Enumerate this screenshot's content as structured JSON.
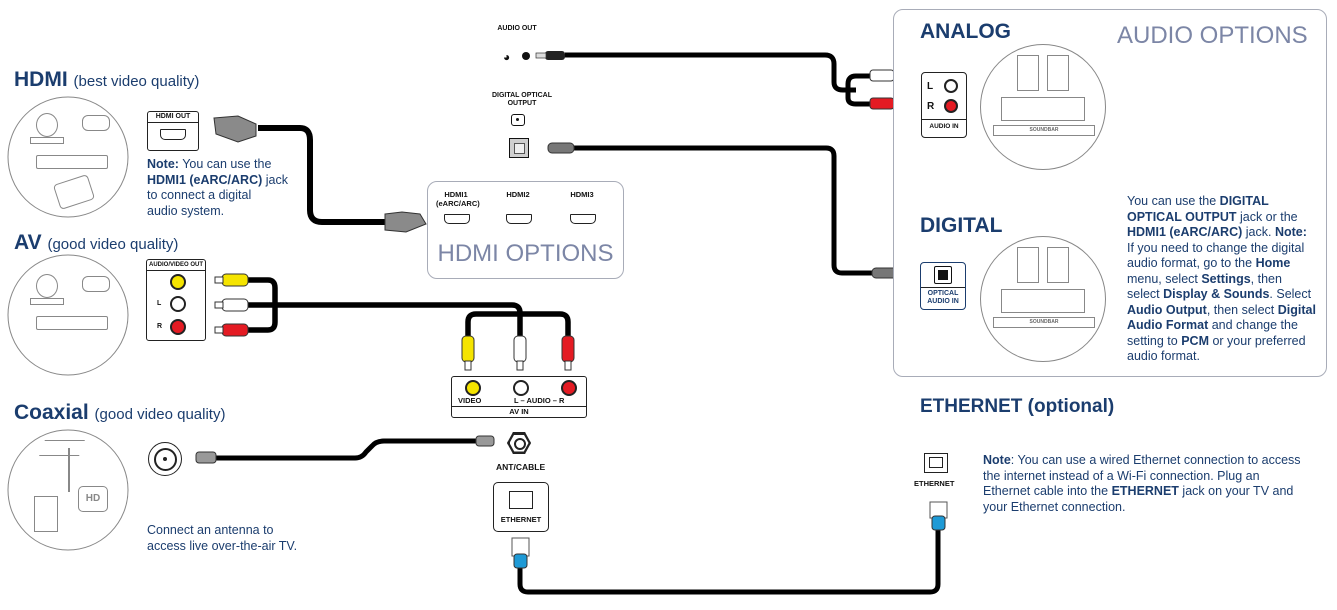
{
  "hdmi": {
    "title": "HDMI",
    "subtitle": "(best video quality)",
    "port_label": "HDMI OUT",
    "note_prefix": "Note:",
    "note_line1": " You can use the",
    "note_bold": "HDMI1 (eARC/ARC)",
    "note_line2": " jack",
    "note_line3": "to connect a digital",
    "note_line4": "audio system."
  },
  "av": {
    "title": "AV",
    "subtitle": "(good video quality)",
    "port_label": "AUDIO/VIDEO OUT",
    "left_label": "L",
    "right_label": "R"
  },
  "coaxial": {
    "title": "Coaxial",
    "subtitle": "(good video quality)",
    "note_line1": "Connect an antenna to",
    "note_line2": "access live over-the-air TV."
  },
  "tv_panel": {
    "audio_out_label": "AUDIO OUT",
    "optical_out_label": "DIGITAL OPTICAL OUTPUT",
    "hdmi_options": {
      "title": "HDMI OPTIONS",
      "ports": [
        "HDMI1 (eARC/ARC)",
        "HDMI2",
        "HDMI3"
      ]
    },
    "av_in": {
      "video_label": "VIDEO",
      "audio_label": "L – AUDIO – R",
      "panel_label": "AV IN"
    },
    "ant_label": "ANT/CABLE",
    "ethernet_label": "ETHERNET"
  },
  "audio_options": {
    "title": "AUDIO OPTIONS",
    "analog": {
      "title": "ANALOG",
      "l_label": "L",
      "r_label": "R",
      "port_label": "AUDIO IN",
      "soundbar_label": "SOUNDBAR"
    },
    "digital": {
      "title": "DIGITAL",
      "port_label_1": "OPTICAL",
      "port_label_2": "AUDIO IN",
      "soundbar_label": "SOUNDBAR",
      "note": [
        {
          "t": "You can use the ",
          "b": false
        },
        {
          "t": "DIGITAL OPTICAL OUTPUT",
          "b": true
        },
        {
          "t": " jack or the ",
          "b": false
        },
        {
          "t": "HDMI1 (eARC/ARC)",
          "b": true
        },
        {
          "t": " jack. ",
          "b": false
        },
        {
          "t": "Note:",
          "b": true
        },
        {
          "t": " If you need to change the digital audio format, go to the ",
          "b": false
        },
        {
          "t": "Home",
          "b": true
        },
        {
          "t": " menu, select ",
          "b": false
        },
        {
          "t": "Settings",
          "b": true
        },
        {
          "t": ", then select ",
          "b": false
        },
        {
          "t": "Display & Sounds",
          "b": true
        },
        {
          "t": ". Select ",
          "b": false
        },
        {
          "t": "Audio Output",
          "b": true
        },
        {
          "t": ", then select ",
          "b": false
        },
        {
          "t": "Digital Audio Format",
          "b": true
        },
        {
          "t": " and change the setting to ",
          "b": false
        },
        {
          "t": "PCM",
          "b": true
        },
        {
          "t": " or your preferred audio format.",
          "b": false
        }
      ]
    }
  },
  "ethernet": {
    "title": "ETHERNET (optional)",
    "port_label": "ETHERNET",
    "note": [
      {
        "t": "Note",
        "b": true
      },
      {
        "t": ": You can use a wired Ethernet connection to access the internet instead of a Wi-Fi connection. Plug an Ethernet cable into the ",
        "b": false
      },
      {
        "t": "ETHERNET",
        "b": true
      },
      {
        "t": " jack on your TV and your Ethernet connection.",
        "b": false
      }
    ]
  },
  "colors": {
    "heading": "#1b3d6e",
    "yellow": "#f5e400",
    "red": "#e41b23",
    "ethernet_blue": "#1e9ad6",
    "panel_border": "#a8acb8",
    "options_text": "#7c86a6"
  }
}
